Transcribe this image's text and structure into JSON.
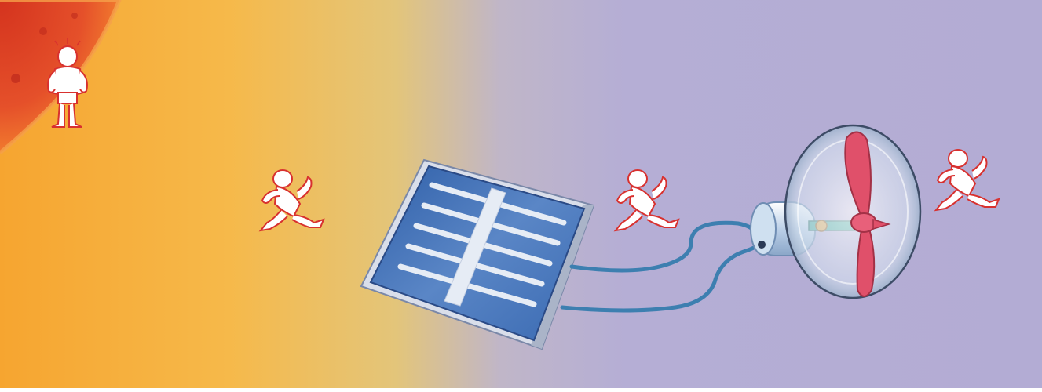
{
  "scene": {
    "description_items": [
      "sun",
      "energy-character",
      "solar-panel",
      "wires",
      "electric-motor",
      "propeller-fan"
    ],
    "colors": {
      "sun": "#e8542a",
      "sun_glow": "#f7a93b",
      "sky": "#b5aed5",
      "panel_cells": "#3a6fb0",
      "panel_frame": "#c9cfe0",
      "wire": "#3d7fb0",
      "propeller": "#e0506a",
      "character_outline": "#d8312f"
    },
    "characters": [
      {
        "pose": "standing-flexing"
      },
      {
        "pose": "running"
      },
      {
        "pose": "running"
      },
      {
        "pose": "running"
      }
    ]
  }
}
